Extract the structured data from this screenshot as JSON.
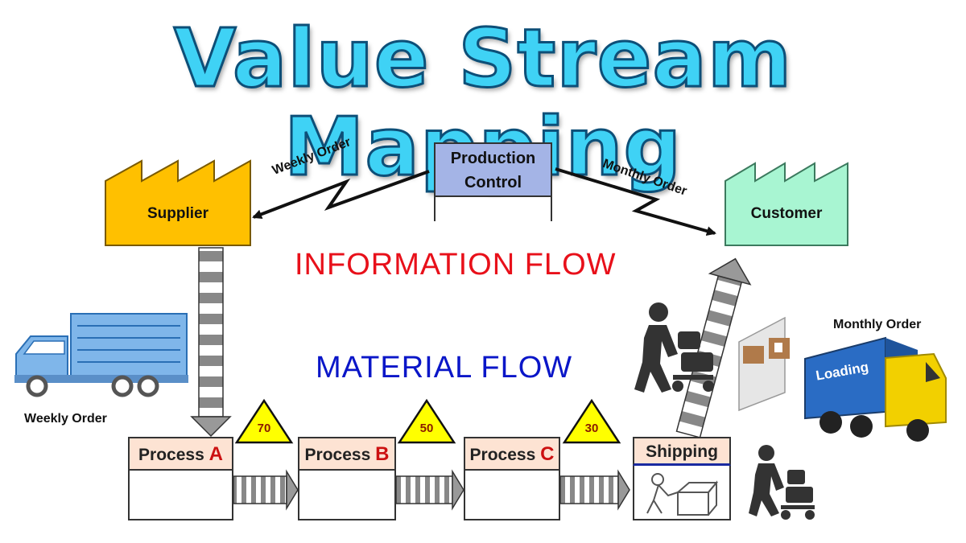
{
  "title": "Value Stream Mapping",
  "production_control": {
    "line1": "Production",
    "line2": "Control"
  },
  "supplier": {
    "label": "Supplier"
  },
  "customer": {
    "label": "Customer"
  },
  "info_flow_label": "INFORMATION  FLOW",
  "material_flow_label": "MATERIAL  FLOW",
  "weekly_order_info": "Weekly Order",
  "monthly_order_info": "Monthly Order",
  "weekly_order_truck": "Weekly Order",
  "monthly_order_truck": "Monthly Order",
  "truck_loading_text": "Loading",
  "processes": [
    {
      "name": "Process ",
      "letter": "A"
    },
    {
      "name": "Process ",
      "letter": "B"
    },
    {
      "name": "Process ",
      "letter": "C"
    }
  ],
  "shipping": {
    "label": "Shipping"
  },
  "inventory": [
    "70",
    "50",
    "30"
  ],
  "colors": {
    "supplier_fill": "#ffc000",
    "customer_fill": "#a8f5d2",
    "production_control_fill": "#a4b4e6",
    "info_flow": "#e8101a",
    "material_flow": "#0a16c8",
    "title_fill": "#3fd2f5",
    "inventory_fill": "#ffff00",
    "process_header": "#fde3d3"
  },
  "icons": [
    "supplier-factory-icon",
    "customer-factory-icon",
    "delivery-truck-icon",
    "loading-truck-icon",
    "worker-with-cart-icon",
    "worker-packing-box-icon",
    "push-arrow-icon",
    "inventory-triangle-icon",
    "electronic-info-arrow-icon"
  ]
}
